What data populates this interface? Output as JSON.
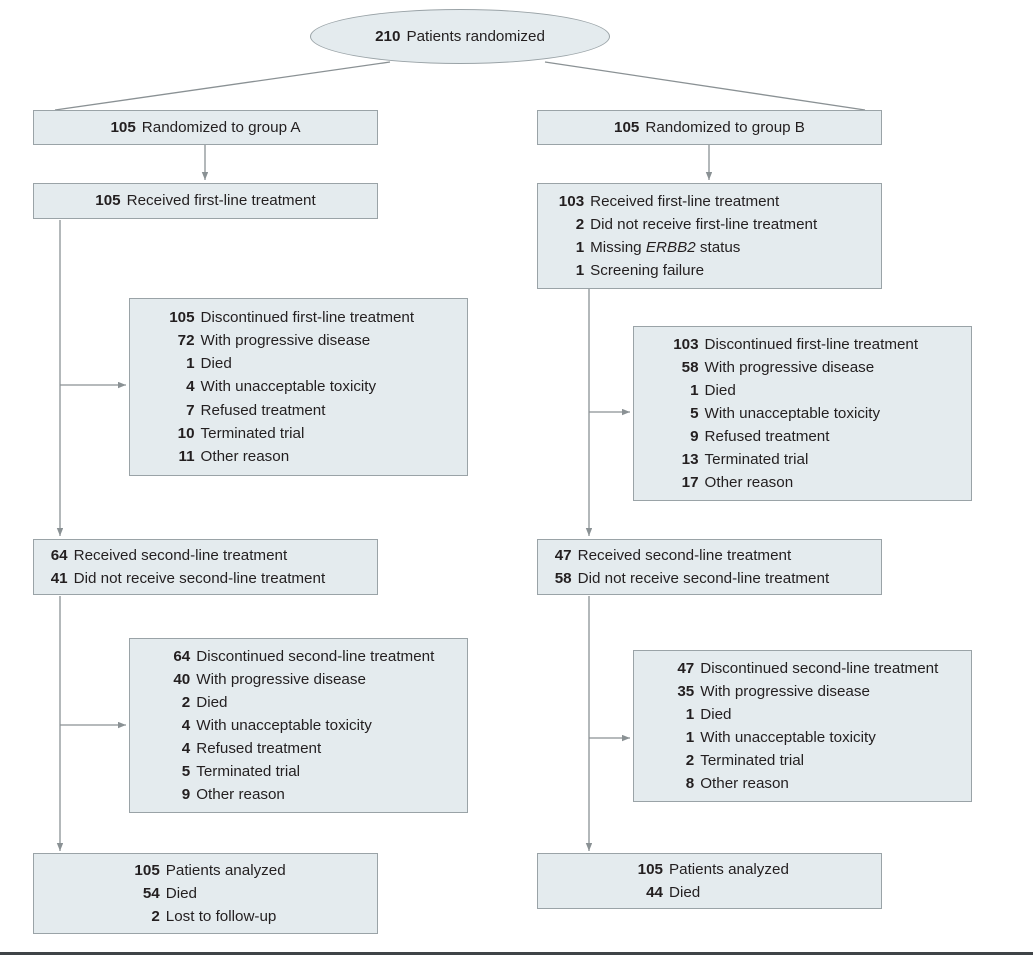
{
  "figure": {
    "type": "consort-flow-diagram",
    "colors": {
      "box_fill": "#e4ebee",
      "box_border": "#9aa3a7",
      "connector": "#8a9194",
      "text": "#231f20",
      "bottom_rule": "#3f4447"
    }
  },
  "head": {
    "num": "210",
    "text": "Patients randomized"
  },
  "arms": [
    {
      "id": "group-a",
      "randomized": {
        "num": "105",
        "text": "Randomized to group A"
      },
      "first_line": {
        "rows": [
          {
            "num": "105",
            "text": "Received first-line treatment",
            "level": 0
          }
        ]
      },
      "first_line_discontinued": {
        "rows": [
          {
            "num": "105",
            "text": "Discontinued first-line treatment",
            "level": 0
          },
          {
            "num": "72",
            "text": "With progressive disease",
            "level": 1
          },
          {
            "num": "1",
            "text": "Died",
            "level": 1
          },
          {
            "num": "4",
            "text": "With unacceptable toxicity",
            "level": 1
          },
          {
            "num": "7",
            "text": "Refused treatment",
            "level": 1
          },
          {
            "num": "10",
            "text": "Terminated trial",
            "level": 1
          },
          {
            "num": "11",
            "text": "Other reason",
            "level": 1
          }
        ]
      },
      "second_line": {
        "rows": [
          {
            "num": "64",
            "text": "Received second-line treatment",
            "level": 0
          },
          {
            "num": "41",
            "text": "Did not receive second-line treatment",
            "level": 0
          }
        ]
      },
      "second_line_discontinued": {
        "rows": [
          {
            "num": "64",
            "text": "Discontinued second-line treatment",
            "level": 0
          },
          {
            "num": "40",
            "text": "With progressive disease",
            "level": 1
          },
          {
            "num": "2",
            "text": "Died",
            "level": 1
          },
          {
            "num": "4",
            "text": "With unacceptable toxicity",
            "level": 1
          },
          {
            "num": "4",
            "text": "Refused treatment",
            "level": 1
          },
          {
            "num": "5",
            "text": "Terminated trial",
            "level": 1
          },
          {
            "num": "9",
            "text": "Other reason",
            "level": 1
          }
        ]
      },
      "analyzed": {
        "rows": [
          {
            "num": "105",
            "text": "Patients analyzed",
            "level": 0
          },
          {
            "num": "54",
            "text": "Died",
            "level": 1
          },
          {
            "num": "2",
            "text": "Lost to follow-up",
            "level": 2
          }
        ]
      }
    },
    {
      "id": "group-b",
      "randomized": {
        "num": "105",
        "text": "Randomized to group B"
      },
      "first_line": {
        "rows": [
          {
            "num": "103",
            "text": "Received first-line treatment",
            "level": 0
          },
          {
            "num": "2",
            "text": "Did not receive first-line treatment",
            "level": 1
          },
          {
            "num": "1",
            "text": "Missing ERBB2 status",
            "level": 1,
            "italic": "ERBB2"
          },
          {
            "num": "1",
            "text": "Screening failure",
            "level": 1
          }
        ]
      },
      "first_line_discontinued": {
        "rows": [
          {
            "num": "103",
            "text": "Discontinued first-line treatment",
            "level": 0
          },
          {
            "num": "58",
            "text": "With progressive disease",
            "level": 1
          },
          {
            "num": "1",
            "text": "Died",
            "level": 1
          },
          {
            "num": "5",
            "text": "With unacceptable toxicity",
            "level": 1
          },
          {
            "num": "9",
            "text": "Refused treatment",
            "level": 1
          },
          {
            "num": "13",
            "text": "Terminated trial",
            "level": 1
          },
          {
            "num": "17",
            "text": "Other reason",
            "level": 1
          }
        ]
      },
      "second_line": {
        "rows": [
          {
            "num": "47",
            "text": "Received second-line treatment",
            "level": 0
          },
          {
            "num": "58",
            "text": "Did not receive second-line treatment",
            "level": 0
          }
        ]
      },
      "second_line_discontinued": {
        "rows": [
          {
            "num": "47",
            "text": "Discontinued second-line treatment",
            "level": 0
          },
          {
            "num": "35",
            "text": "With progressive disease",
            "level": 1
          },
          {
            "num": "1",
            "text": "Died",
            "level": 1
          },
          {
            "num": "1",
            "text": "With unacceptable toxicity",
            "level": 1
          },
          {
            "num": "2",
            "text": "Terminated trial",
            "level": 1
          },
          {
            "num": "8",
            "text": "Other reason",
            "level": 1
          }
        ]
      },
      "analyzed": {
        "rows": [
          {
            "num": "105",
            "text": "Patients analyzed",
            "level": 0
          },
          {
            "num": "44",
            "text": "Died",
            "level": 1
          }
        ]
      }
    }
  ]
}
